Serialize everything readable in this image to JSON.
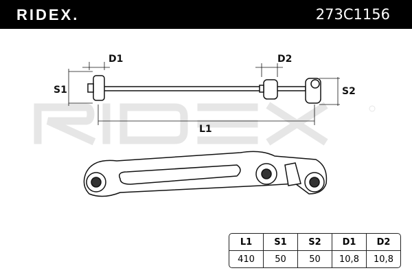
{
  "header": {
    "brand": "RIDEX.",
    "part_number": "273C1156"
  },
  "diagram": {
    "watermark": "RIDEX",
    "labels": {
      "d1": "D1",
      "d2": "D2",
      "s1": "S1",
      "s2": "S2",
      "l1": "L1"
    }
  },
  "spec_table": {
    "headers": [
      "L1",
      "S1",
      "S2",
      "D1",
      "D2"
    ],
    "values": [
      "410",
      "50",
      "50",
      "10,8",
      "10,8"
    ]
  }
}
